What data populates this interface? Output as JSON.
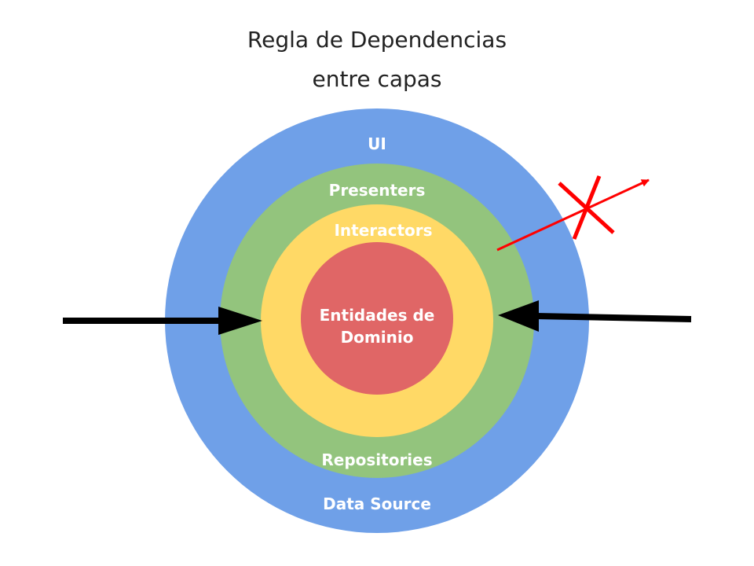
{
  "title": {
    "line1": "Regla de Dependencias",
    "line2": "entre capas"
  },
  "layers": [
    {
      "label": "UI",
      "label_bottom": "Data Source",
      "color": "#6fa0e8"
    },
    {
      "label": "Presenters",
      "label_bottom": "Repositories",
      "color": "#93c47d"
    },
    {
      "label": "Interactors",
      "color": "#ffd966"
    },
    {
      "label_lines": [
        "Entidades de",
        "Dominio"
      ],
      "color": "#e06666"
    }
  ],
  "arrows": {
    "inward_color": "#000000",
    "forbidden_color": "#ff0000",
    "forbidden_icon": "x-mark-icon"
  }
}
